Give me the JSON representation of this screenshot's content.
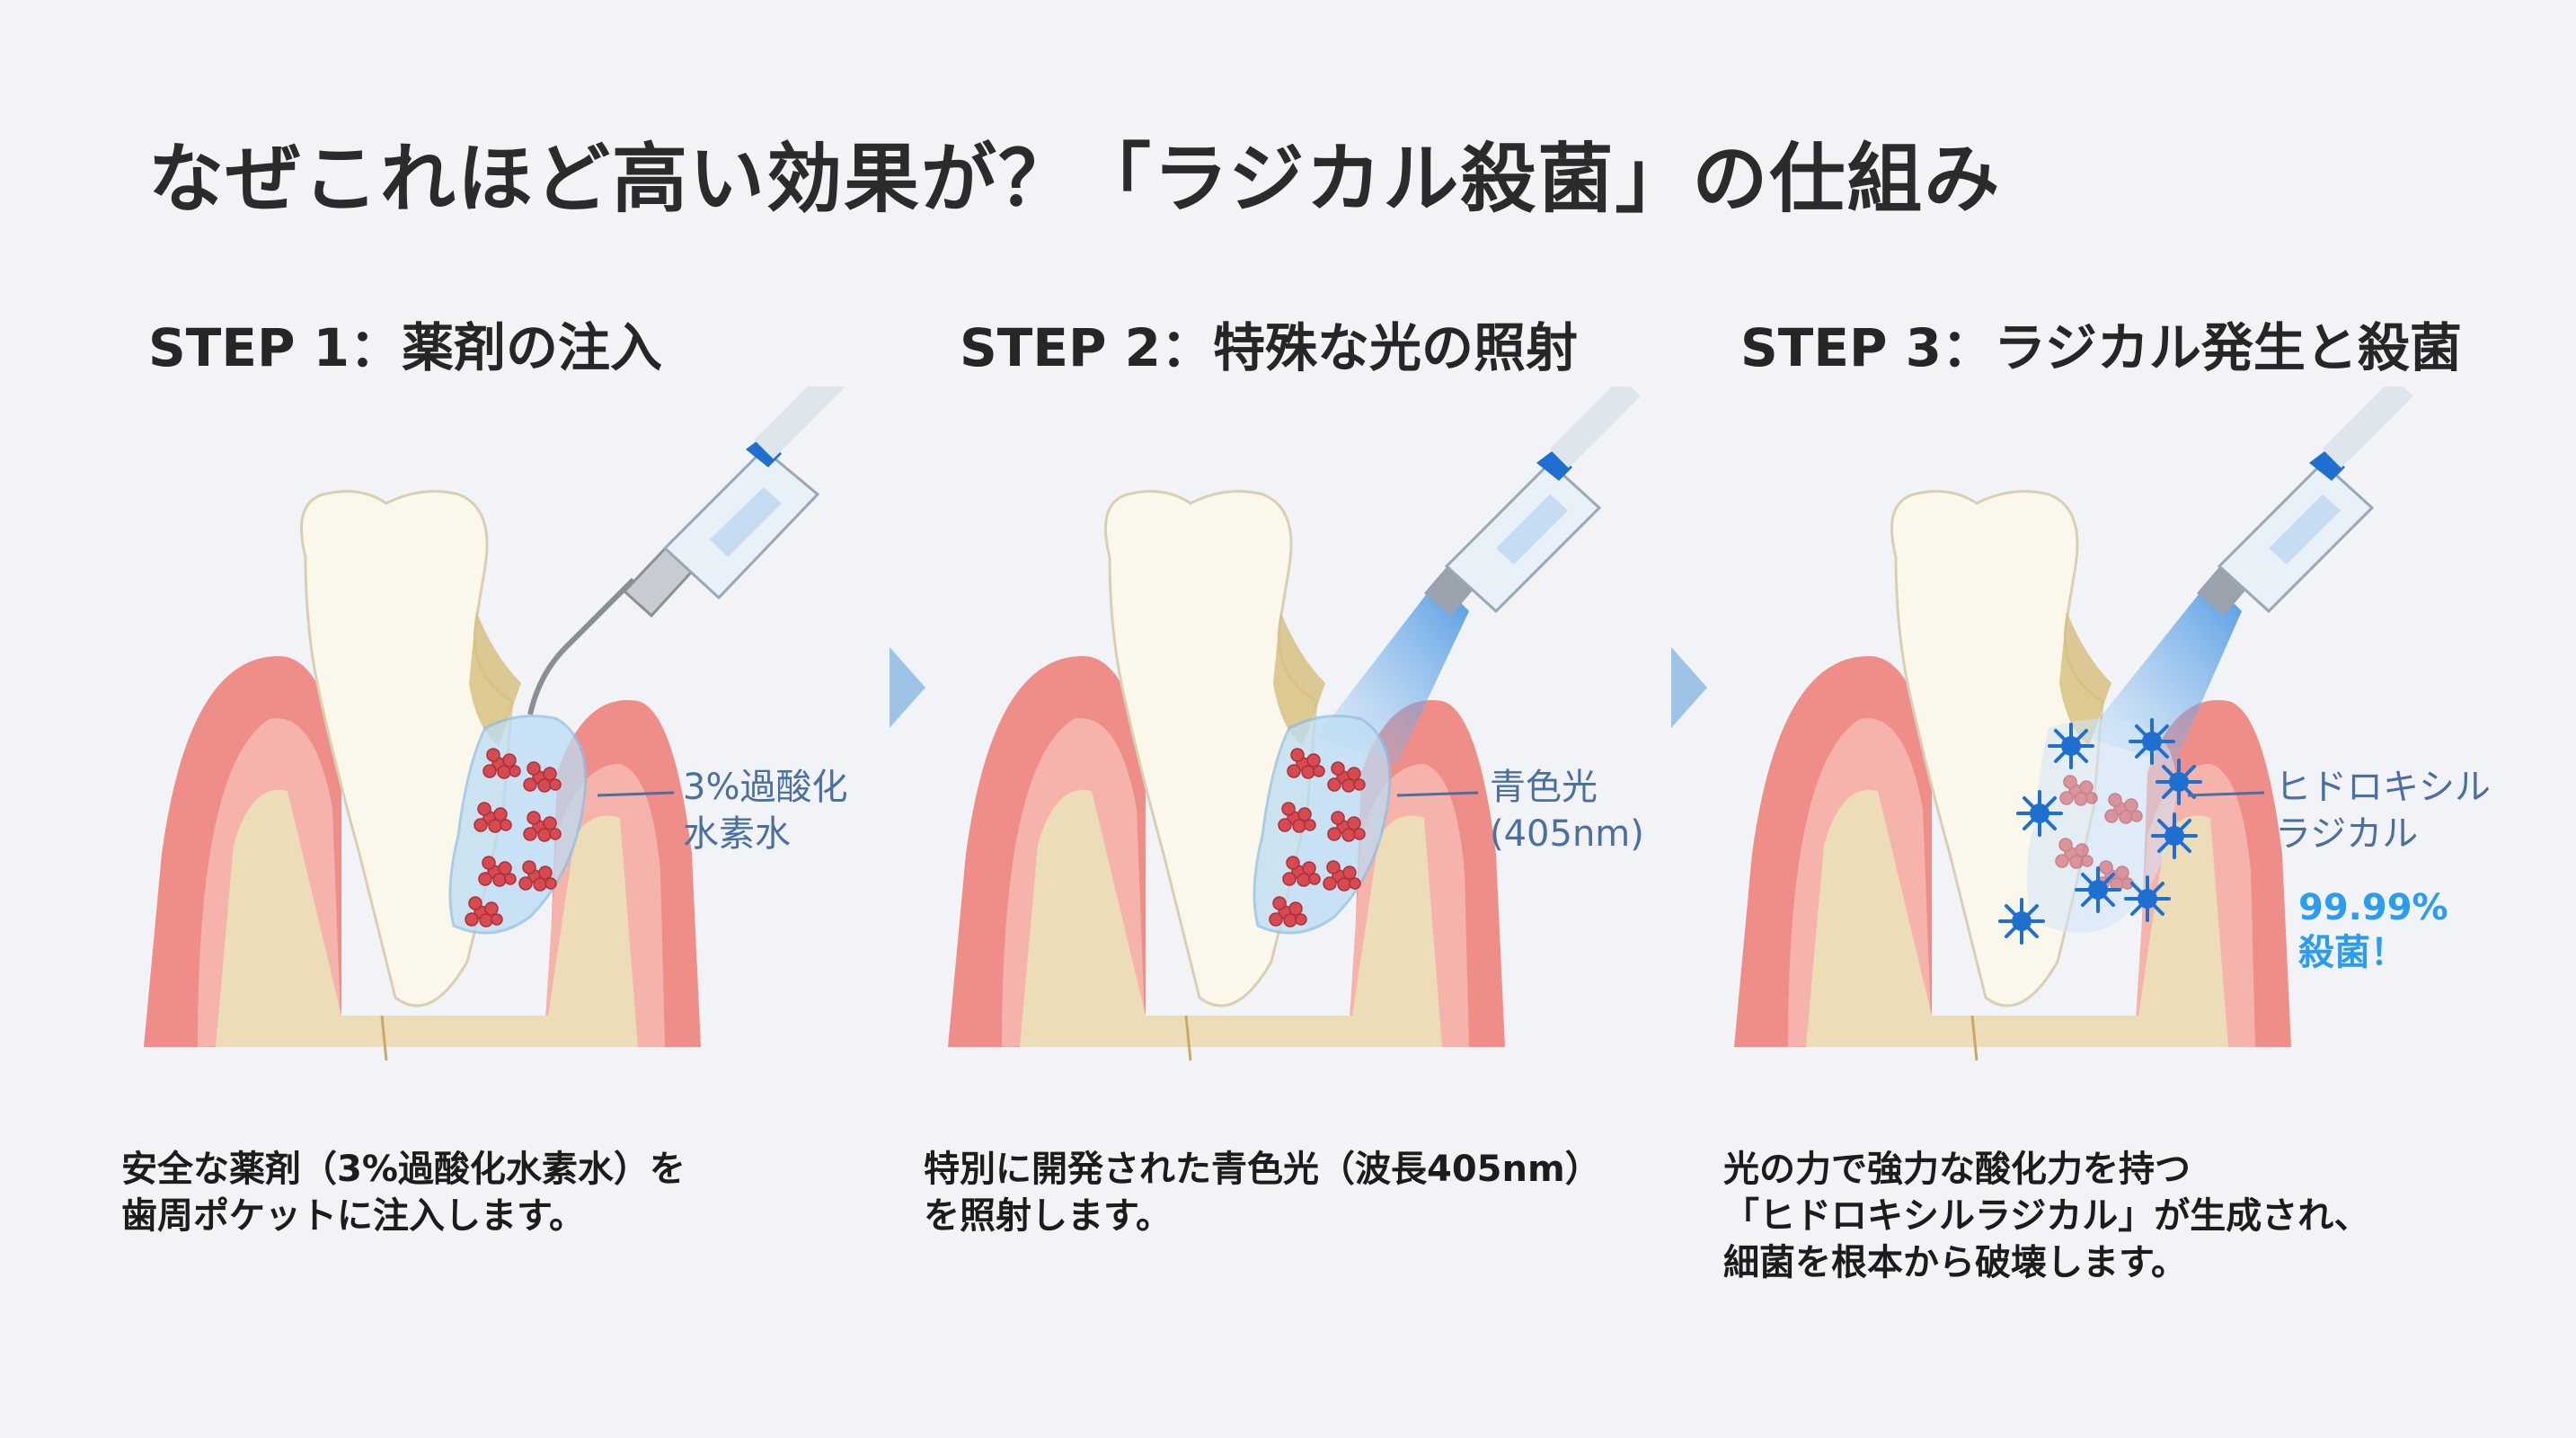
{
  "title": "なぜこれほど高い効果が？「ラジカル殺菌」の仕組み",
  "steps": [
    {
      "heading": "STEP 1：薬剤の注入",
      "label_lines": [
        "3%過酸化",
        "水素水"
      ],
      "desc_lines": [
        "安全な薬剤（3%過酸化水素水）を",
        "歯周ポケットに注入します。"
      ]
    },
    {
      "heading": "STEP 2：特殊な光の照射",
      "label_lines": [
        "青色光",
        "(405nm)"
      ],
      "desc_lines": [
        "特別に開発された青色光（波長405nm）",
        "を照射します。"
      ]
    },
    {
      "heading": "STEP 3：ラジカル発生と殺菌",
      "label_lines": [
        "ヒドロキシル",
        "ラジカル"
      ],
      "accent_lines": [
        "99.99%",
        "殺菌！"
      ],
      "desc_lines": [
        "光の力で強力な酸化力を持つ",
        "「ヒドロキシルラジカル」が生成され、",
        "細菌を根本から破壊します。"
      ]
    }
  ],
  "colors": {
    "background": "#f1f3f7",
    "gum": "#ef8e88",
    "gum_inner": "#f6b3ab",
    "bone": "#ecdcb8",
    "tooth": "#fbf7ea",
    "bacteria": "#d84a52",
    "light_blue": "#3f8fe0",
    "accent": "#2a9df0"
  },
  "icons": [
    "syringe-icon",
    "light-pen-icon",
    "chevron-right-icon",
    "bacteria-icon",
    "radical-burst-icon"
  ]
}
